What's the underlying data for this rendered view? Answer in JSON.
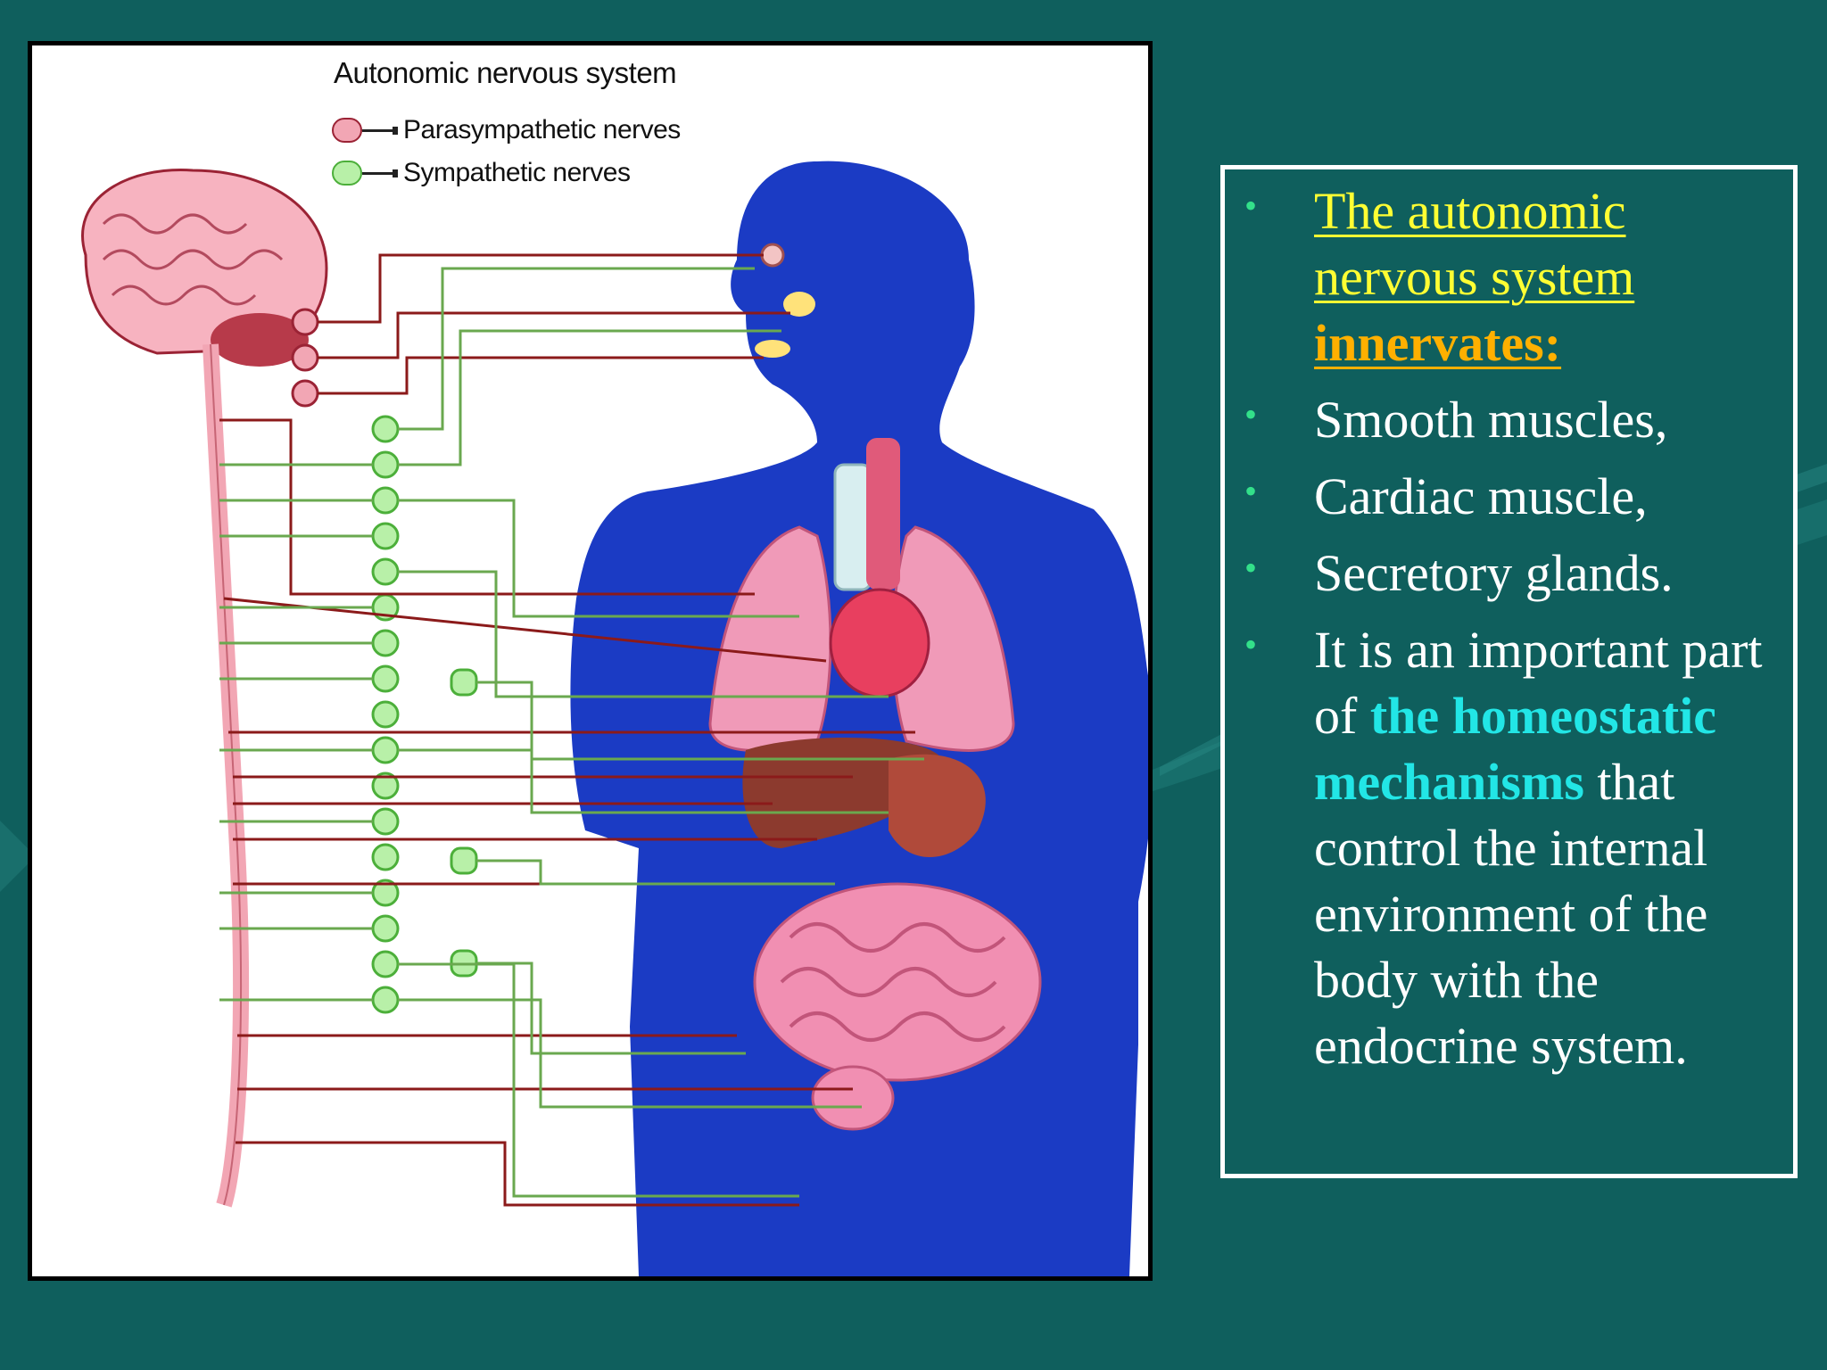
{
  "diagram": {
    "title": "Autonomic nervous system",
    "legend": [
      {
        "label": "Parasympathetic nerves",
        "color": "#f2a6b4",
        "stroke": "#9b2335"
      },
      {
        "label": "Sympathetic nerves",
        "color": "#b8f0a8",
        "stroke": "#4caf3a"
      }
    ],
    "colors": {
      "body": "#1b3bc4",
      "parasympathetic_line": "#8b1a1a",
      "sympathetic_line": "#6aa84f",
      "organ_pink": "#f18fb2",
      "brain": "#f7b3c0"
    }
  },
  "bullets": {
    "item1": {
      "part1": "The autonomic nervous system",
      "part2": "innervates:"
    },
    "item2": "Smooth muscles,",
    "item3": "Cardiac muscle,",
    "item4": "Secretory glands.",
    "item5": {
      "pre": "It is an important part of ",
      "highlight": "the homeostatic mechanisms",
      "post": " that control the internal environment of  the body with the endocrine system."
    }
  },
  "colors": {
    "background": "#0f5f5d",
    "bullet": "#33e08a",
    "yellow": "#ffff33",
    "orange": "#ffb000",
    "cyan": "#22e6e6"
  }
}
